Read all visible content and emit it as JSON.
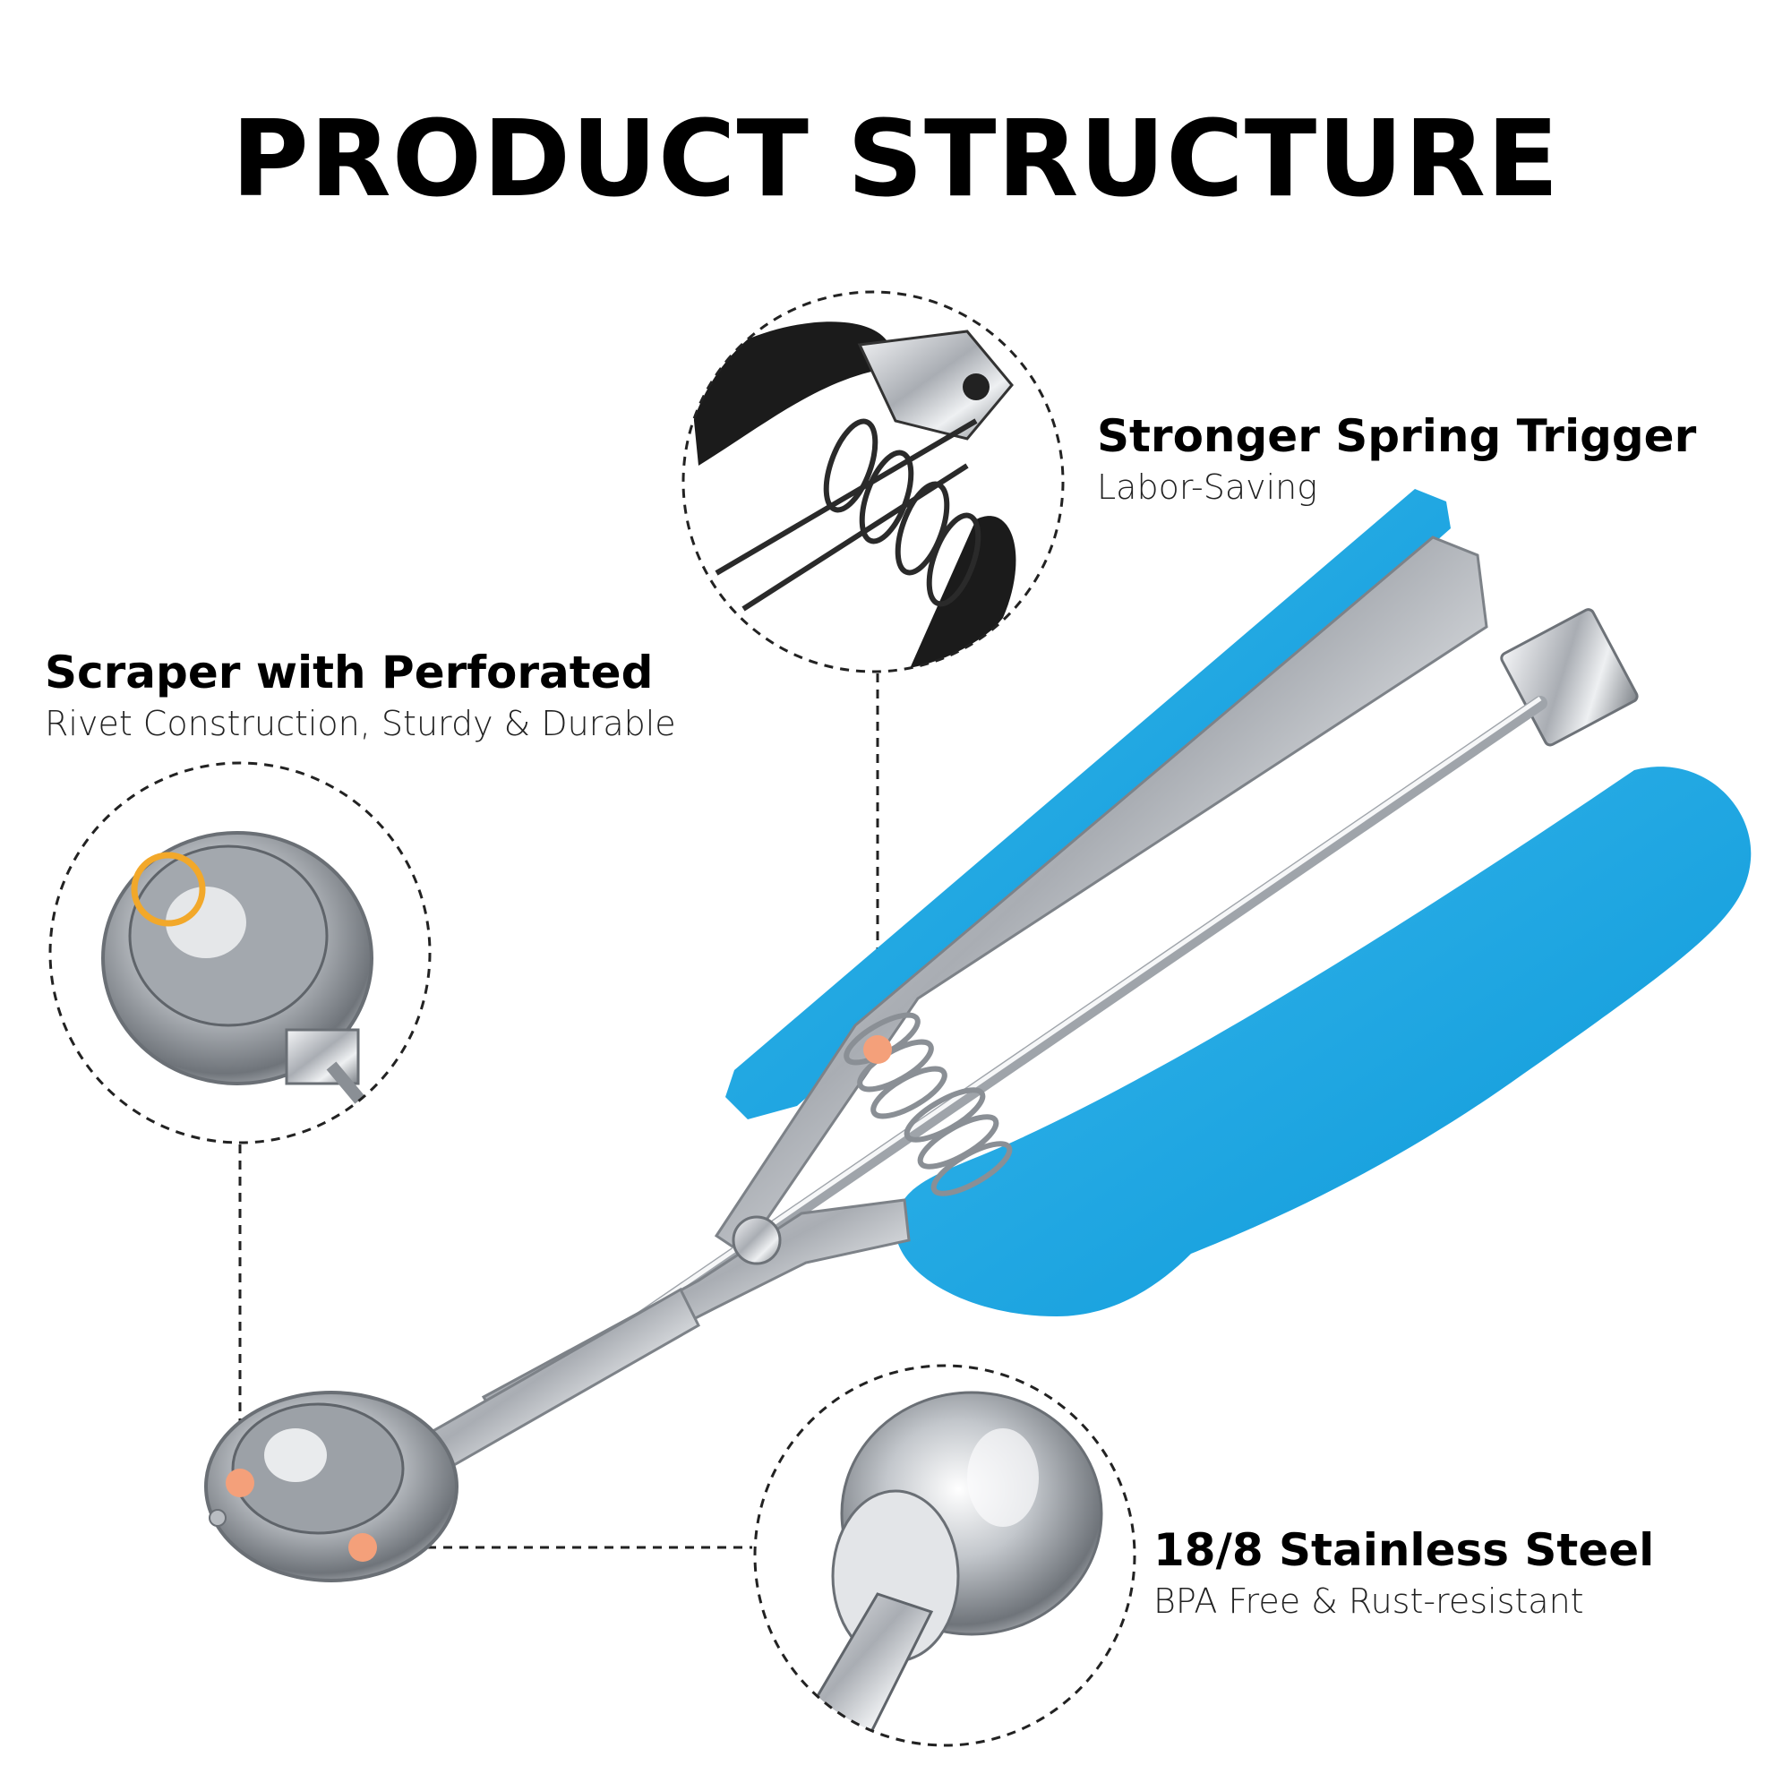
{
  "title": "PRODUCT STRUCTURE",
  "colors": {
    "handle": "#1aa3e0",
    "handle_dark": "#0a86c2",
    "steel": "#c9ccd1",
    "marker": "#f4a07a",
    "ring": "#f2a82a"
  },
  "callouts": {
    "spring": {
      "heading": "Stronger Spring Trigger",
      "subtext": "Labor-Saving"
    },
    "scraper": {
      "heading": "Scraper with Perforated",
      "subtext": "Rivet Construction, Sturdy & Durable"
    },
    "steel": {
      "heading": "18/8 Stainless Steel",
      "subtext": "BPA Free & Rust-resistant"
    }
  }
}
